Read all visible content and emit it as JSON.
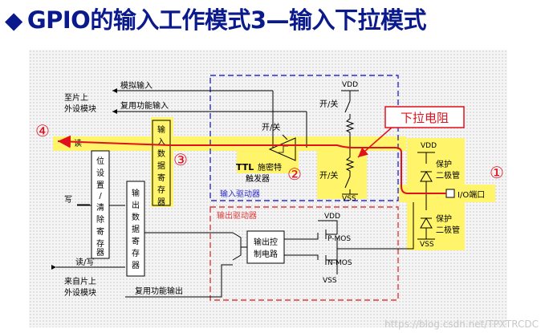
{
  "title": "GPIO的输入工作模式3—输入下拉模式",
  "title_icon": "diamond-bullet-icon",
  "colors": {
    "title": "#0a1a8c",
    "highlight": "#fff46a",
    "path_red": "#e0101c",
    "box_blue": "#2c2ccc",
    "box_red": "#e03a3a"
  },
  "labels": {
    "to_peripheral": [
      "至片上",
      "外设模块"
    ],
    "analog_input": "模拟输入",
    "alt_func_input": "复用功能输入",
    "read": "读",
    "input_data_register": "输入数据寄存器",
    "schmitt_ttl": "TTL",
    "schmitt_rest": "施密特",
    "schmitt_line2": "触发器",
    "switch_top": "开/关",
    "switch_vdd": "开/关",
    "switch_vss": "开/关",
    "vdd_top": "VDD",
    "vss_mid": "VSS",
    "input_driver": "输入驱动器",
    "bitset_reset": "位设置/清除寄存器",
    "write": "写",
    "output_data_register": "输出数据寄存器",
    "read_write": "读/写",
    "from_peripheral": [
      "来自片上",
      "外设模块"
    ],
    "alt_func_output": "复用功能输出",
    "output_driver": "输出驱动器",
    "output_control": [
      "输出控",
      "制电路"
    ],
    "p_mos": "P-MOS",
    "n_mos": "N-MOS",
    "vdd_out": "VDD",
    "vss_out": "VSS",
    "protect_diode_top": [
      "保护",
      "二极管"
    ],
    "protect_diode_bot": [
      "保护",
      "二极管"
    ],
    "vdd_diode": "VDD",
    "vss_diode": "VSS",
    "io_pin": "I/O端口",
    "pulldown_callout": "下拉电阻",
    "step1": "①",
    "step2": "②",
    "step3": "③",
    "step4": "④",
    "watermark": "https://blog.csdn.net/TPXTRCDC"
  }
}
